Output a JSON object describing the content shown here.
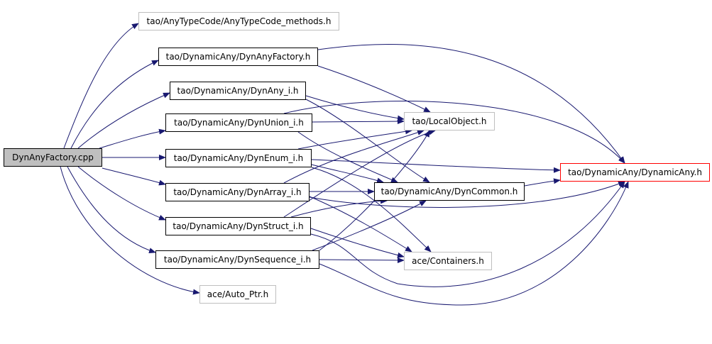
{
  "diagram": {
    "edge_color": "#191970",
    "nodes": [
      {
        "id": "n0",
        "label": "DynAnyFactory.cpp",
        "style": "source",
        "fill": "#bfbfbf",
        "border": "#000000"
      },
      {
        "id": "n1",
        "label": "tao/AnyTypeCode/AnyTypeCode_methods.h",
        "style": "external",
        "fill": "#ffffff",
        "border": "#bfbfbf"
      },
      {
        "id": "n2",
        "label": "tao/DynamicAny/DynAnyFactory.h",
        "style": "local",
        "fill": "#ffffff",
        "border": "#000000"
      },
      {
        "id": "n3",
        "label": "tao/DynamicAny/DynAny_i.h",
        "style": "local",
        "fill": "#ffffff",
        "border": "#000000"
      },
      {
        "id": "n4",
        "label": "tao/DynamicAny/DynUnion_i.h",
        "style": "local",
        "fill": "#ffffff",
        "border": "#000000"
      },
      {
        "id": "n5",
        "label": "tao/DynamicAny/DynEnum_i.h",
        "style": "local",
        "fill": "#ffffff",
        "border": "#000000"
      },
      {
        "id": "n6",
        "label": "tao/DynamicAny/DynArray_i.h",
        "style": "local",
        "fill": "#ffffff",
        "border": "#000000"
      },
      {
        "id": "n7",
        "label": "tao/DynamicAny/DynStruct_i.h",
        "style": "local",
        "fill": "#ffffff",
        "border": "#000000"
      },
      {
        "id": "n8",
        "label": "tao/DynamicAny/DynSequence_i.h",
        "style": "local",
        "fill": "#ffffff",
        "border": "#000000"
      },
      {
        "id": "n9",
        "label": "ace/Auto_Ptr.h",
        "style": "external",
        "fill": "#ffffff",
        "border": "#bfbfbf"
      },
      {
        "id": "n10",
        "label": "tao/LocalObject.h",
        "style": "external",
        "fill": "#ffffff",
        "border": "#bfbfbf"
      },
      {
        "id": "n11",
        "label": "tao/DynamicAny/DynCommon.h",
        "style": "local",
        "fill": "#ffffff",
        "border": "#000000"
      },
      {
        "id": "n12",
        "label": "ace/Containers.h",
        "style": "external",
        "fill": "#ffffff",
        "border": "#bfbfbf"
      },
      {
        "id": "n13",
        "label": "tao/DynamicAny/DynamicAny.h",
        "style": "highlight",
        "fill": "#ffffff",
        "border": "#ff0000"
      }
    ],
    "edges": [
      {
        "from": "n0",
        "to": "n1"
      },
      {
        "from": "n0",
        "to": "n2"
      },
      {
        "from": "n0",
        "to": "n3"
      },
      {
        "from": "n0",
        "to": "n4"
      },
      {
        "from": "n0",
        "to": "n5"
      },
      {
        "from": "n0",
        "to": "n6"
      },
      {
        "from": "n0",
        "to": "n7"
      },
      {
        "from": "n0",
        "to": "n8"
      },
      {
        "from": "n0",
        "to": "n9"
      },
      {
        "from": "n2",
        "to": "n10"
      },
      {
        "from": "n2",
        "to": "n13"
      },
      {
        "from": "n3",
        "to": "n10"
      },
      {
        "from": "n3",
        "to": "n11"
      },
      {
        "from": "n4",
        "to": "n10"
      },
      {
        "from": "n4",
        "to": "n11"
      },
      {
        "from": "n4",
        "to": "n13"
      },
      {
        "from": "n5",
        "to": "n10"
      },
      {
        "from": "n5",
        "to": "n11"
      },
      {
        "from": "n5",
        "to": "n12"
      },
      {
        "from": "n5",
        "to": "n13"
      },
      {
        "from": "n6",
        "to": "n10"
      },
      {
        "from": "n6",
        "to": "n11"
      },
      {
        "from": "n6",
        "to": "n12"
      },
      {
        "from": "n6",
        "to": "n13"
      },
      {
        "from": "n7",
        "to": "n10"
      },
      {
        "from": "n7",
        "to": "n11"
      },
      {
        "from": "n7",
        "to": "n12"
      },
      {
        "from": "n7",
        "to": "n13"
      },
      {
        "from": "n8",
        "to": "n10"
      },
      {
        "from": "n8",
        "to": "n11"
      },
      {
        "from": "n8",
        "to": "n12"
      },
      {
        "from": "n8",
        "to": "n13"
      },
      {
        "from": "n11",
        "to": "n13"
      }
    ]
  }
}
